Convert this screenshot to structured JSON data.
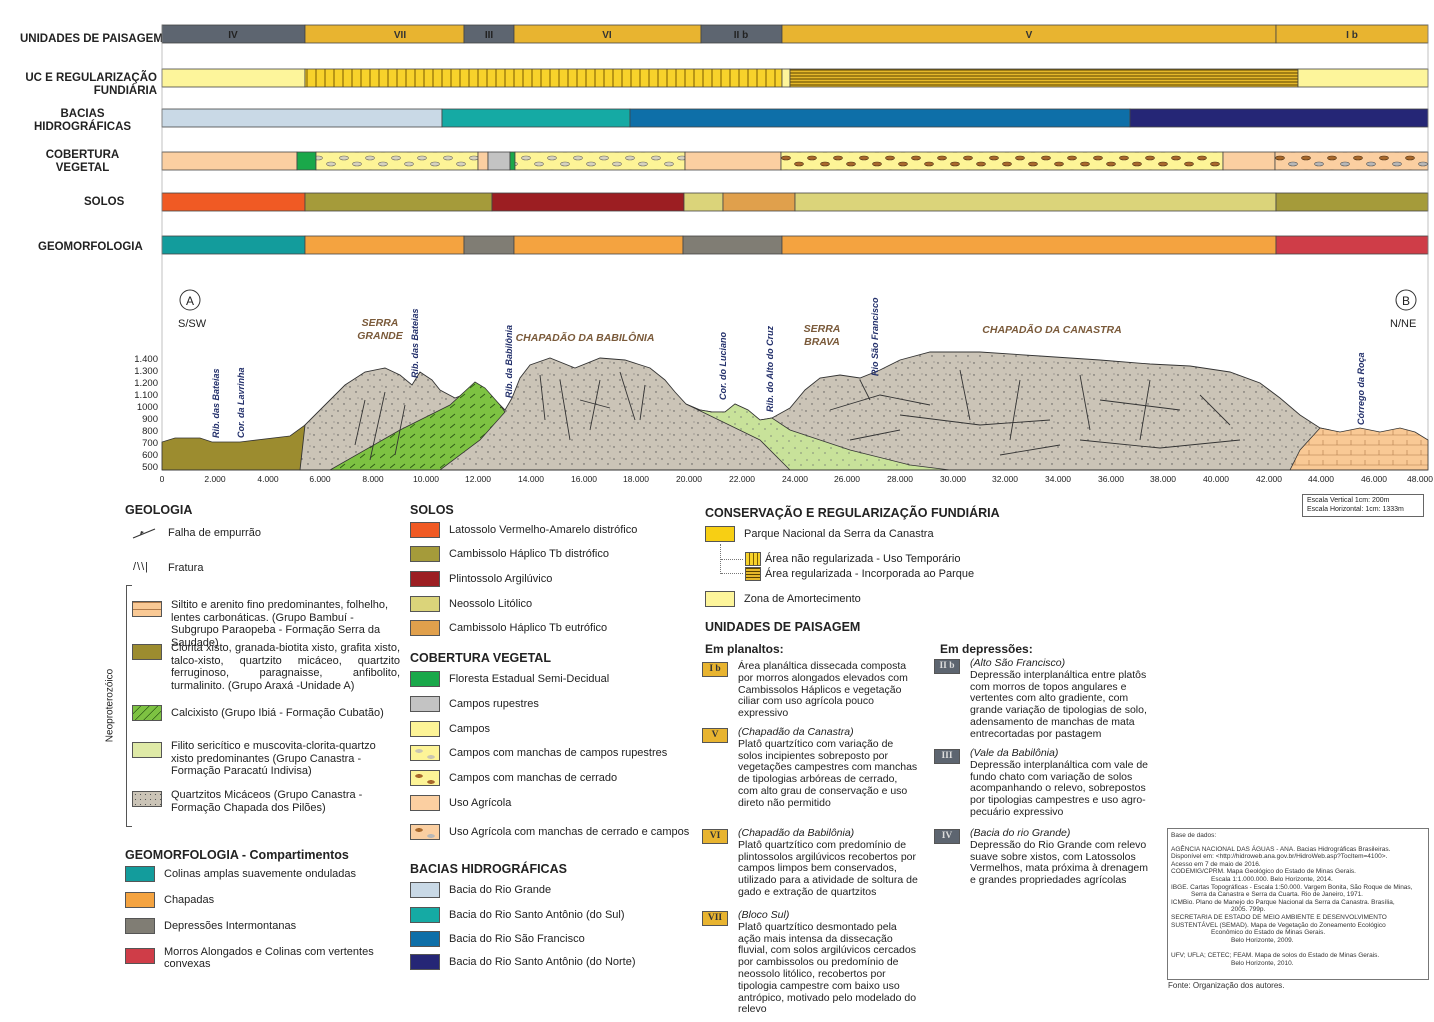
{
  "rows": {
    "unidades": "UNIDADES DE PAISAGEM",
    "uc": "UC E REGULARIZAÇÃO FUNDIÁRIA",
    "bacias": "BACIAS HIDROGRÁFICAS",
    "cobertura": "COBERTURA VEGETAL",
    "solos": "SOLOS",
    "geomorfologia": "GEOMORFOLOGIA"
  },
  "landscape_codes": [
    "IV",
    "VII",
    "III",
    "VI",
    "II b",
    "V",
    "I b"
  ],
  "profile": {
    "point_a": "A",
    "point_b": "B",
    "dir_a": "S/SW",
    "dir_b": "N/NE",
    "places": [
      "SERRA GRANDE",
      "CHAPADÃO DA BABILÔNIA",
      "SERRA BRAVA",
      "CHAPADÃO DA CANASTRA"
    ],
    "rivers": [
      "Rib. das Bateias",
      "Cor. da Lavrinha",
      "Rib. das Bateias",
      "Rib. da Babilônia",
      "Cor. do Luciano",
      "Rib. do Alto do Cruz",
      "Rio São Francisco",
      "Córrego da Roça"
    ],
    "y_ticks": [
      "1.400",
      "1.300",
      "1.200",
      "1.100",
      "1000",
      "900",
      "800",
      "700",
      "600",
      "500"
    ],
    "x_ticks": [
      "0",
      "2.000",
      "4.000",
      "6.000",
      "8.000",
      "10.000",
      "12.000",
      "14.000",
      "16.000",
      "18.000",
      "20.000",
      "22.000",
      "24.000",
      "26.000",
      "28.000",
      "30.000",
      "32.000",
      "34.000",
      "36.000",
      "38.000",
      "40.000",
      "42.000",
      "44.000",
      "46.000",
      "48.000"
    ],
    "scale_v": "Escala Vertical 1cm: 200m",
    "scale_h": "Escala Horizontal: 1cm: 1333m"
  },
  "geologia": {
    "title": "GEOLOGIA",
    "falha": "Falha de empurrão",
    "fratura": "Fratura",
    "era": "Neoproterozóico",
    "items": [
      "Siltito e arenito fino predominantes, folhelho, lentes carbonáticas. (Grupo Bambuí - Subgrupo Paraopeba - Formação Serra da Saudade)",
      "Clorita xisto, granada-biotita xisto, grafita xisto, talco-xisto, quartzito micáceo, quartzito ferruginoso, paragnaisse, anfibolito, turmalinito. (Grupo Araxá -Unidade A)",
      "Calcixisto (Grupo Ibiá - Formação Cubatão)",
      "Filito sericítico e muscovita-clorita-quartzo xisto predominantes (Grupo Canastra - Formação Paracatú Indivisa)",
      "Quartzitos Micáceos (Grupo Canastra - Formação Chapada dos Pilões)"
    ]
  },
  "geomorf": {
    "title": "GEOMORFOLOGIA - Compartimentos",
    "items": [
      {
        "label": "Colinas amplas suavemente onduladas",
        "color": "#139c9c"
      },
      {
        "label": "Chapadas",
        "color": "#f4a340"
      },
      {
        "label": "Depressões Intermontanas",
        "color": "#807d74"
      },
      {
        "label": "Morros Alongados e Colinas com vertentes convexas",
        "color": "#cf3d48"
      }
    ]
  },
  "solos": {
    "title": "SOLOS",
    "items": [
      {
        "label": "Latossolo Vermelho-Amarelo distrófico",
        "color": "#f05a24"
      },
      {
        "label": "Cambissolo Háplico Tb distrófico",
        "color": "#a59b3a"
      },
      {
        "label": "Plintossolo Argilúvico",
        "color": "#9c1e22"
      },
      {
        "label": "Neossolo Litólico",
        "color": "#dbd47a"
      },
      {
        "label": "Cambissolo Háplico Tb eutrófico",
        "color": "#e0a04c"
      }
    ]
  },
  "cobertura": {
    "title": "COBERTURA VEGETAL",
    "items": [
      {
        "label": "Floresta Estadual Semi-Decidual",
        "color": "#1aa84a"
      },
      {
        "label": "Campos rupestres",
        "color": "#c3c3c3"
      },
      {
        "label": "Campos",
        "color": "#fdf497"
      },
      {
        "label": "Campos com manchas de campos rupestres",
        "color": "#fdf497"
      },
      {
        "label": "Campos com manchas de cerrado",
        "color": "#fdf497"
      },
      {
        "label": "Uso Agrícola",
        "color": "#fbcfa1"
      },
      {
        "label": "Uso Agrícola com manchas de cerrado e campos",
        "color": "#fbcfa1"
      }
    ]
  },
  "bacias": {
    "title": "BACIAS HIDROGRÁFICAS",
    "items": [
      {
        "label": "Bacia do Rio Grande",
        "color": "#c9d9e6"
      },
      {
        "label": "Bacia do Rio Santo Antônio (do Sul)",
        "color": "#15aaa4"
      },
      {
        "label": "Bacia do Rio São Francisco",
        "color": "#0e6fa8"
      },
      {
        "label": "Bacia do Rio Santo Antônio (do Norte)",
        "color": "#252676"
      }
    ]
  },
  "conservacao": {
    "title": "CONSERVAÇÃO E REGULARIZAÇÃO FUNDIÁRIA",
    "parque": "Parque Nacional da Serra da Canastra",
    "nao_reg": "Área não regularizada - Uso Temporário",
    "reg": "Área regularizada - Incorporada ao Parque",
    "zona": "Zona de Amortecimento"
  },
  "unidades": {
    "title": "UNIDADES DE PAISAGEM",
    "planaltos": "Em planaltos:",
    "depressoes": "Em depressões:",
    "items": [
      {
        "code": "I b",
        "head": "",
        "text": "Área planáltica dissecada composta por morros alongados elevados com Cambissolos Háplicos e vegetação ciliar com uso agrícola pouco expressivo"
      },
      {
        "code": "V",
        "head": "(Chapadão da Canastra)",
        "text": "Platô quartzítico com variação de solos incipientes sobreposto por vegetações campestres com manchas de tipologias arbóreas de cerrado, com alto grau de conservação e uso direto não permitido"
      },
      {
        "code": "VI",
        "head": "(Chapadão da Babilônia)",
        "text": "Platô quartzítico com predomínio de plintossolos argilúvicos recobertos por campos limpos bem conservados, utilizado para a atividade de soltura de gado e extração de quartzitos"
      },
      {
        "code": "VII",
        "head": "(Bloco Sul)",
        "text": "Platô quartzítico desmontado pela ação mais intensa da dissecação fluvial, com solos argilúvicos cercados por cambissolos ou predomínio de neossolo litólico, recobertos por tipologia campestre com baixo uso antrópico, motivado pelo modelado do relevo"
      },
      {
        "code": "II b",
        "head": "(Alto São Francisco)",
        "text": "Depressão interplanáltica entre platôs com morros de topos angulares e vertentes com alto gradiente, com grande variação de tipologias de solo, adensamento de manchas de mata entrecortadas por pastagem"
      },
      {
        "code": "III",
        "head": "(Vale da Babilônia)",
        "text": "Depressão interplanáltica com vale de fundo chato com variação de solos acompanhando o relevo, sobrepostos por tipologias campestres e uso agro-pecuário expressivo"
      },
      {
        "code": "IV",
        "head": "(Bacia do rio Grande)",
        "text": "Depressão do Rio Grande com relevo suave sobre xistos, com Latossolos Vermelhos, mata próxima à drenagem e grandes propriedades agrícolas"
      }
    ]
  },
  "fontes": {
    "lines": [
      "Base de dados:",
      "AGÊNCIA NACIONAL DAS ÁGUAS - ANA. Bacias Hidrográficas Brasileiras.",
      "Disponível em: <http://hidroweb.ana.gov.br/HidroWeb.asp?TocItem=4100>.",
      "Acesso em 7 de maio de 2016.",
      "CODEMIG/CPRM. Mapa Geológico do Estado de Minas Gerais.",
      "Escala 1:1.000.000. Belo Horizonte, 2014.",
      "IBGE. Cartas Topográficas - Escala 1:50.000. Vargem Bonita, São Roque de Minas,",
      "Serra da Canastra e Serra da Cuarta. Rio de Janeiro, 1971.",
      "ICMBio. Plano de Manejo do Parque Nacional da Serra da Canastra. Brasília,",
      "2005. 799p.",
      "SECRETARIA DE ESTADO DE MEIO AMBIENTE E DESENVOLVIMENTO",
      "SUSTENTÁVEL (SEMAD). Mapa de Vegetação do Zoneamento Ecológico",
      "Econômico do Estado de Minas Gerais.",
      "Belo Horizonte, 2009.",
      "",
      "UFV; UFLA; CETEC; FEAM. Mapa de solos do Estado de Minas Gerais.",
      "Belo Horizonte, 2010."
    ],
    "fonte": "Fonte: Organização dos autores."
  }
}
